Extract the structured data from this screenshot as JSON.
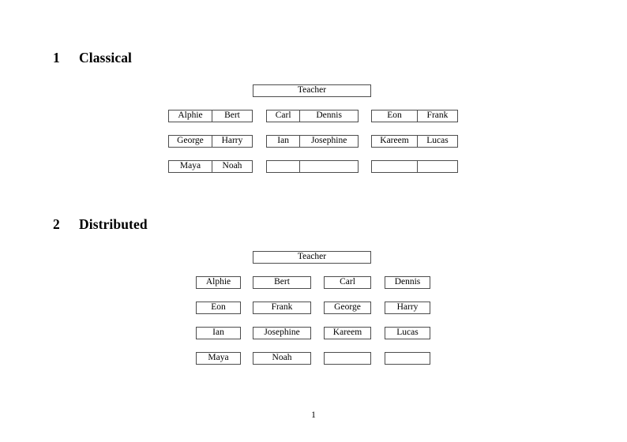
{
  "document": {
    "page_number": "1",
    "border_color": "#4d4d4d",
    "text_color": "#000000",
    "background": "#ffffff"
  },
  "sections": [
    {
      "number": "1",
      "title": "Classical",
      "teacher_label": "Teacher",
      "layout": "three-groups-of-two-columns",
      "groups": [
        {
          "name": "left",
          "rows": [
            [
              "Alphie",
              "Bert"
            ],
            [
              "George",
              "Harry"
            ],
            [
              "Maya",
              "Noah"
            ]
          ]
        },
        {
          "name": "middle",
          "rows": [
            [
              "Carl",
              "Dennis"
            ],
            [
              "Ian",
              "Josephine"
            ],
            [
              "",
              ""
            ]
          ]
        },
        {
          "name": "right",
          "rows": [
            [
              "Eon",
              "Frank"
            ],
            [
              "Kareem",
              "Lucas"
            ],
            [
              "",
              ""
            ]
          ]
        }
      ]
    },
    {
      "number": "2",
      "title": "Distributed",
      "teacher_label": "Teacher",
      "layout": "four-single-columns",
      "rows": [
        [
          "Alphie",
          "Bert",
          "Carl",
          "Dennis"
        ],
        [
          "Eon",
          "Frank",
          "George",
          "Harry"
        ],
        [
          "Ian",
          "Josephine",
          "Kareem",
          "Lucas"
        ],
        [
          "Maya",
          "Noah",
          "",
          ""
        ]
      ]
    }
  ]
}
